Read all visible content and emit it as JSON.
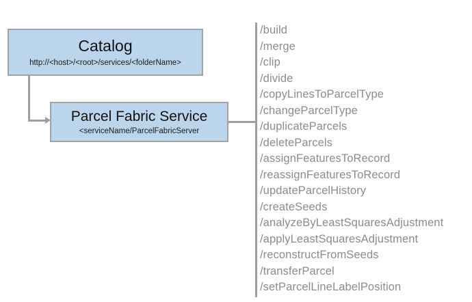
{
  "diagram": {
    "nodes": [
      {
        "id": "catalog",
        "title": "Catalog",
        "subtitle": "http://<host>/<root>/services/<folderName>",
        "fill": "#bad5ec",
        "border": "#a3a3a3"
      },
      {
        "id": "parcel-fabric-service",
        "title": "Parcel Fabric Service",
        "subtitle": "<serviceName/ParcelFabricServer",
        "fill": "#bad5ec",
        "border": "#a3a3a3"
      }
    ],
    "connector_color": "#9e9e9e",
    "endpoints": [
      {
        "label": "/build"
      },
      {
        "label": "/merge"
      },
      {
        "label": "/clip"
      },
      {
        "label": "/divide"
      },
      {
        "label": "/copyLinesToParcelType"
      },
      {
        "label": "/changeParcelType"
      },
      {
        "label": "/duplicateParcels"
      },
      {
        "label": "/deleteParcels"
      },
      {
        "label": "/assignFeaturesToRecord"
      },
      {
        "label": "/reassignFeaturesToRecord"
      },
      {
        "label": "/updateParcelHistory"
      },
      {
        "label": "/createSeeds"
      },
      {
        "label": "/analyzeByLeastSquaresAdjustment"
      },
      {
        "label": "/applyLeastSquaresAdjustment"
      },
      {
        "label": "/reconstructFromSeeds"
      },
      {
        "label": "/transferParcel"
      },
      {
        "label": "/setParcelLineLabelPosition"
      }
    ],
    "endpoint_text_color": "#8c8c8c"
  }
}
